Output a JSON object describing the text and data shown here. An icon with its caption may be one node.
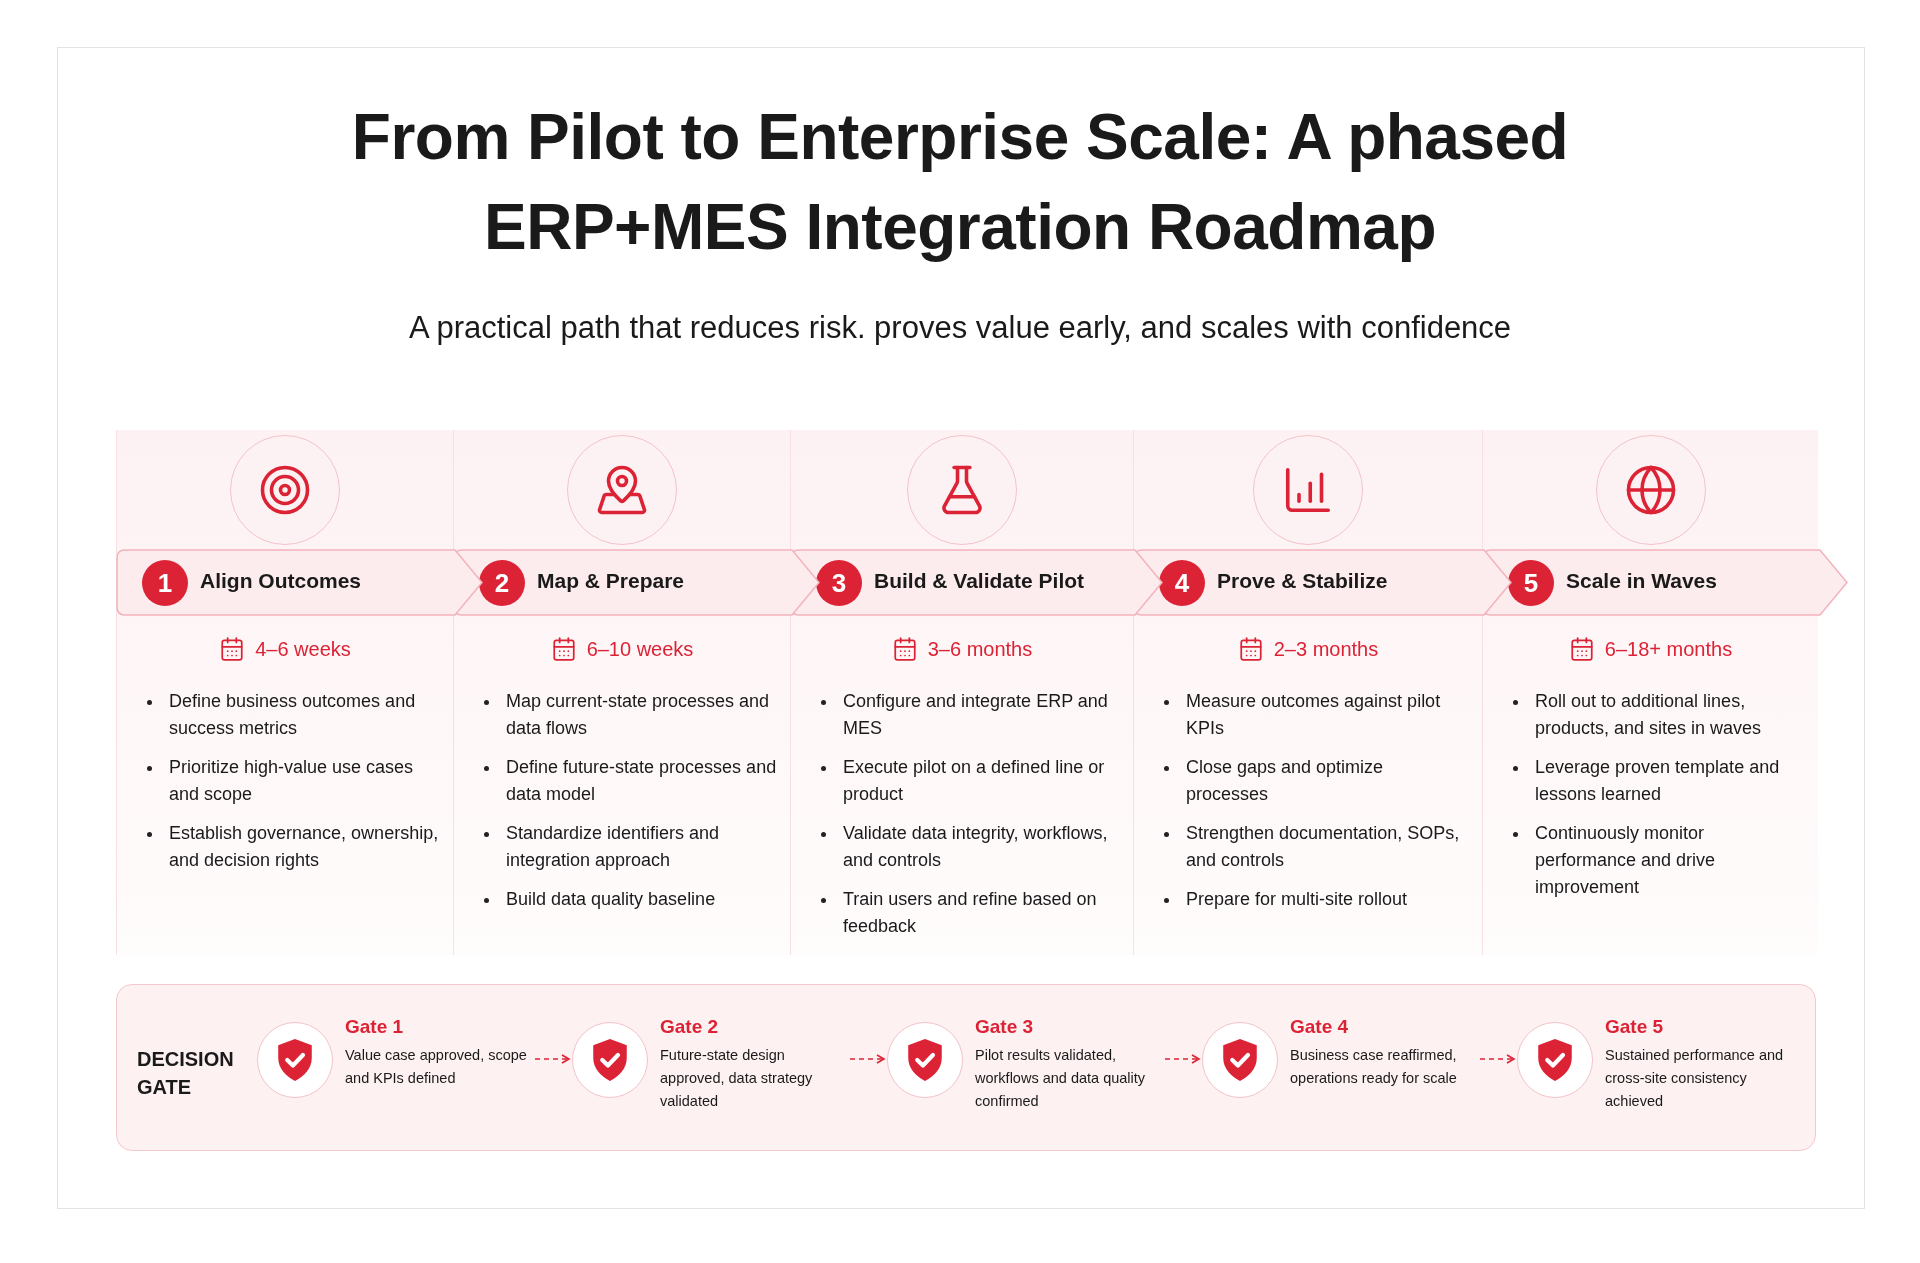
{
  "diagram": {
    "title": "From Pilot to Enterprise Scale: A phased ERP+MES Integration Roadmap",
    "nodes": [
      {
        "text": [
          "1",
          "Align Outcomes",
          "4–6 weeks",
          "Define business outcomes and success metrics",
          "Prioritize high-value use cases and scope",
          "Establish governance, ownership, and decision rights"
        ]
      },
      {
        "text": [
          "2",
          "Map & Prepare",
          "6–10 weeks",
          "Map current-state processes and data flows",
          "Define future-state processes and data model",
          "Standardize identifiers and integration approach",
          "Build data quality baseline"
        ]
      },
      {
        "text": [
          "3",
          "Build & Validate Pilot",
          "3–6 months",
          "Configure and integrate ERP and MES",
          "Execute pilot on a defined line or product",
          "Validate data integrity, workflows, and controls",
          "Train users and refine based on feedback"
        ]
      },
      {
        "text": [
          "4",
          "Prove & Stabilize",
          "2–3 months",
          "Measure outcomes against pilot KPIs",
          "Close gaps and optimize processes",
          "Strengthen documentation, SOPs, and controls",
          "Prepare for multi-site rollout"
        ]
      },
      {
        "text": [
          "5",
          "Scale in Waves",
          "6–18+ months",
          "Roll out to additional lines, products, and sites in waves",
          "Leverage proven template and lessons learned",
          "Continuously monitor performance and drive improvement"
        ]
      },
      {
        "text": [
          "DECISION GATE"
        ]
      },
      {
        "text": [
          "Gate 1",
          "Value case approved, scope and KPIs defined"
        ],
        "in": 5
      },
      {
        "text": [
          "Gate 2",
          "Future-state design approved, data strategy validated"
        ],
        "in": 5
      },
      {
        "text": [
          "Gate 3",
          "Pilot results validated, workflows and data quality confirmed"
        ],
        "in": 5
      },
      {
        "text": [
          "Gate 4",
          "Business case reaffirmed, operations ready for scale"
        ],
        "in": 5
      },
      {
        "text": [
          "Gate 5",
          "Sustained performance and cross-site consistency achieved"
        ],
        "in": 5
      }
    ],
    "edges": [
      {
        "from": 6,
        "to": 7,
        "arrow": "to",
        "style": "dashed"
      },
      {
        "from": 7,
        "to": 8,
        "arrow": "to",
        "style": "dashed"
      },
      {
        "from": 8,
        "to": 9,
        "arrow": "to",
        "style": "dashed"
      },
      {
        "from": 9,
        "to": 10,
        "arrow": "to",
        "style": "dashed"
      }
    ],
    "labels": [
      "A practical path that reduces risk. proves value early, and scales with confidence"
    ]
  }
}
